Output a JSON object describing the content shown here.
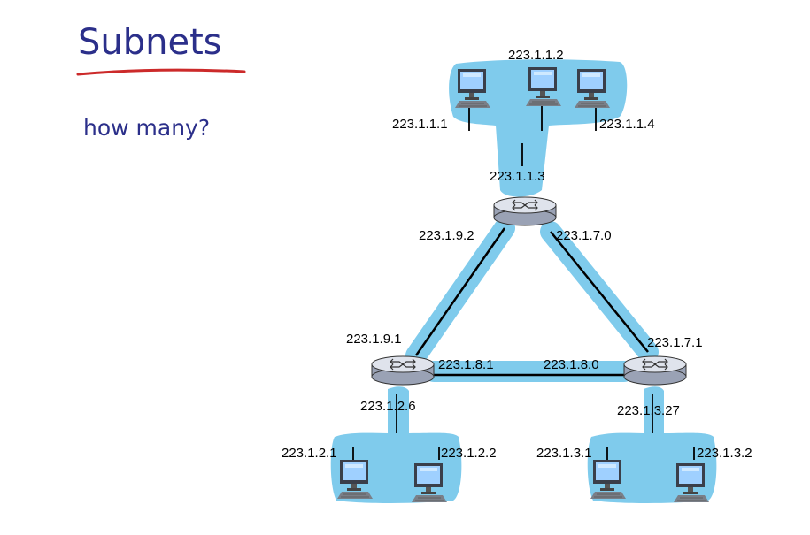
{
  "slide": {
    "title": "Subnets",
    "subtitle": "how many?"
  },
  "colors": {
    "title": "#2b2f8a",
    "underline": "#cc2a2a",
    "subnet_highlight": "#7fcbec",
    "router_body": "#dfe3ec",
    "link": "#000000"
  },
  "labels": {
    "top_left_host": "223.1.1.1",
    "top_mid_host": "223.1.1.2",
    "top_right_host": "223.1.1.4",
    "top_router": "223.1.1.3",
    "top_router_left": "223.1.9.2",
    "top_router_right": "223.1.7.0",
    "left_router_top": "223.1.9.1",
    "left_router_right": "223.1.8.1",
    "right_router_left": "223.1.8.0",
    "right_router_top": "223.1.7.1",
    "left_router_bottom": "223.1.2.6",
    "right_router_bottom": "223.1.3.27",
    "bottom_left_host1": "223.1.2.1",
    "bottom_left_host2": "223.1.2.2",
    "bottom_right_host1": "223.1.3.1",
    "bottom_right_host2": "223.1.3.2"
  },
  "icons": {
    "router": "router-icon",
    "host": "desktop-computer-icon"
  }
}
